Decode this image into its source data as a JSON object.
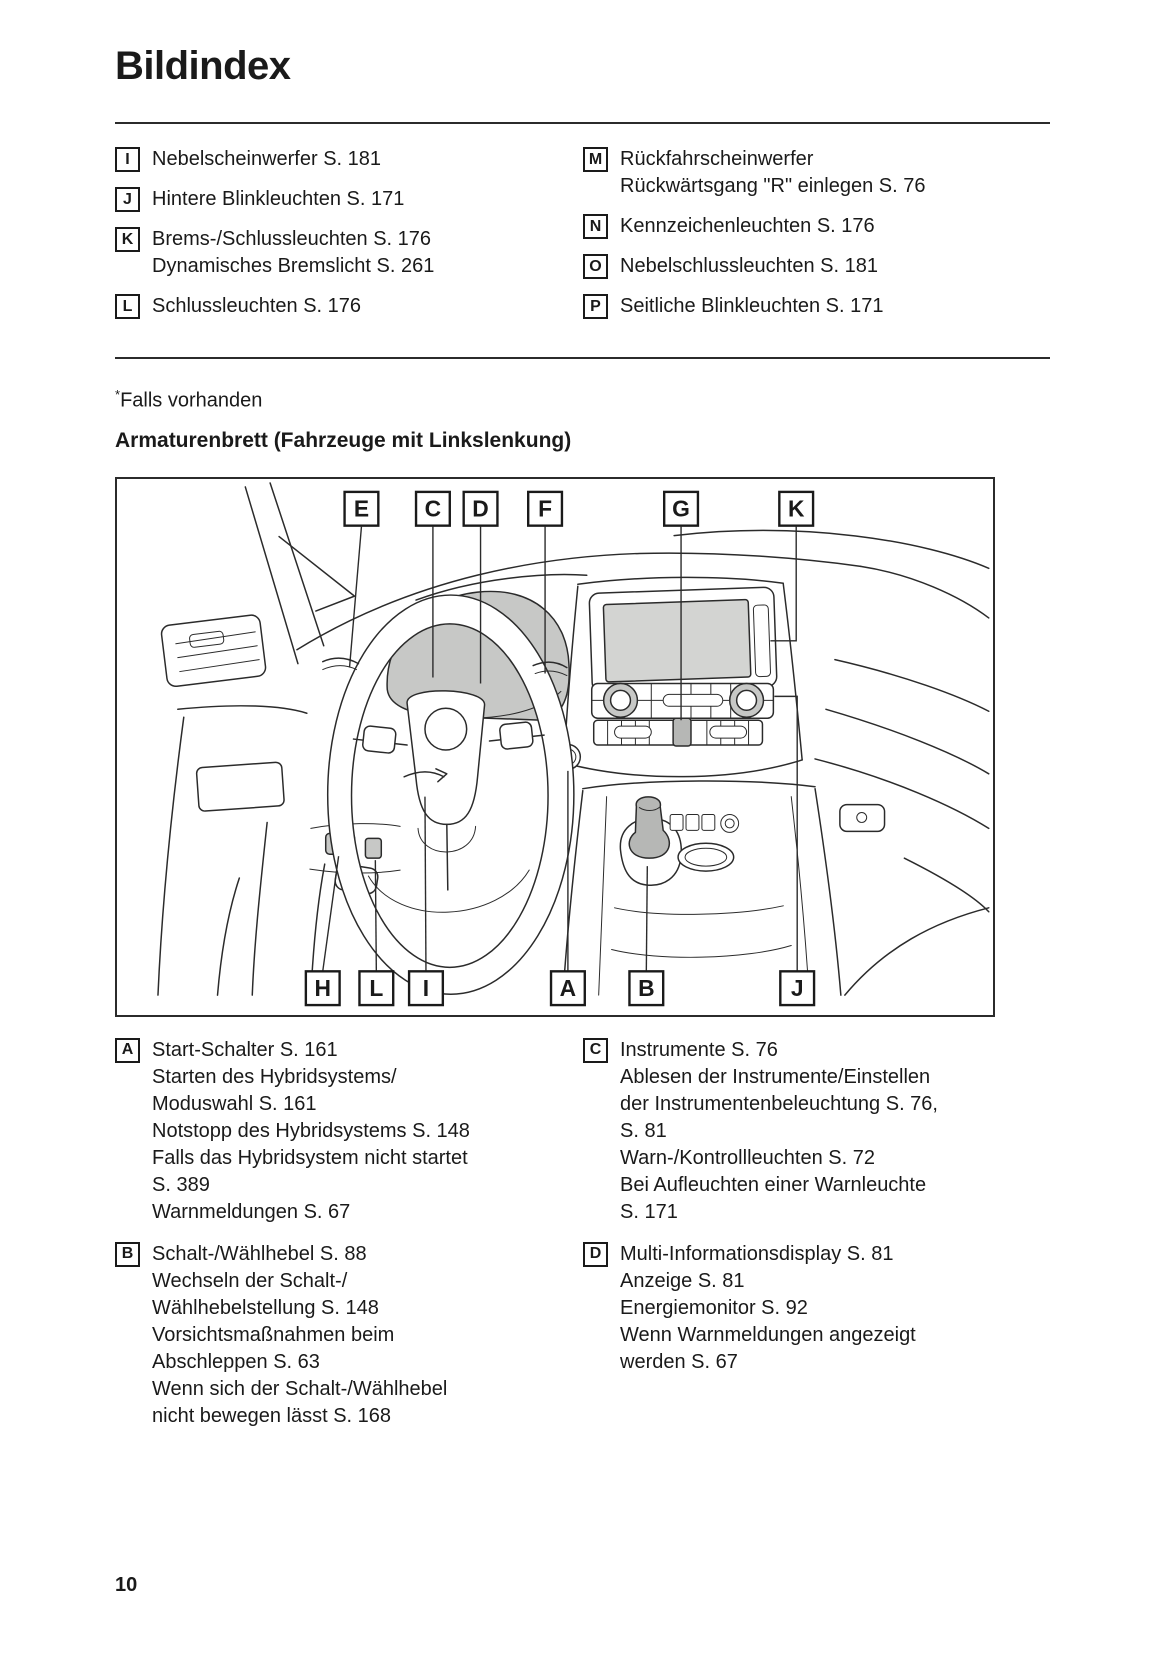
{
  "page": {
    "title": "Bildindex",
    "footnote_marker": "*",
    "footnote_text": "Falls vorhanden",
    "section_heading": "Armaturenbrett (Fahrzeuge mit Linkslenkung)",
    "page_number": "10"
  },
  "top_index": {
    "left": [
      {
        "key": "I",
        "lines": [
          "Nebelscheinwerfer S. 181"
        ]
      },
      {
        "key": "J",
        "lines": [
          "Hintere Blinkleuchten S. 171"
        ]
      },
      {
        "key": "K",
        "lines": [
          "Brems-/Schlussleuchten S. 176",
          "Dynamisches Bremslicht S. 261"
        ]
      },
      {
        "key": "L",
        "lines": [
          "Schlussleuchten S. 176"
        ]
      }
    ],
    "right": [
      {
        "key": "M",
        "lines": [
          "Rückfahrscheinwerfer",
          "Rückwärtsgang \"R\" einlegen S. 76"
        ]
      },
      {
        "key": "N",
        "lines": [
          "Kennzeichenleuchten S. 176"
        ]
      },
      {
        "key": "O",
        "lines": [
          "Nebelschlussleuchten S. 181"
        ]
      },
      {
        "key": "P",
        "lines": [
          "Seitliche Blinkleuchten S. 171"
        ]
      }
    ]
  },
  "diagram": {
    "top_labels": [
      "E",
      "C",
      "D",
      "F",
      "G",
      "K"
    ],
    "bottom_labels": [
      "H",
      "L",
      "I",
      "A",
      "B",
      "J"
    ]
  },
  "bottom_index": {
    "left": [
      {
        "key": "A",
        "lines": [
          "Start-Schalter S. 161",
          "Starten des Hybridsystems/",
          "Moduswahl S. 161",
          "Notstopp des Hybridsystems S. 148",
          "Falls das Hybridsystem nicht startet",
          "S. 389",
          "Warnmeldungen S. 67"
        ]
      },
      {
        "key": "B",
        "lines": [
          "Schalt-/Wählhebel S. 88",
          "Wechseln der Schalt-/",
          "Wählhebelstellung S. 148",
          "Vorsichtsmaßnahmen beim",
          "Abschleppen S. 63",
          "Wenn sich der Schalt-/Wählhebel",
          "nicht bewegen lässt S. 168"
        ]
      }
    ],
    "right": [
      {
        "key": "C",
        "lines": [
          "Instrumente S. 76",
          "Ablesen der Instrumente/Einstellen",
          "der Instrumentenbeleuchtung S. 76,",
          "S. 81",
          "Warn-/Kontrollleuchten S. 72",
          "Bei Aufleuchten einer Warnleuchte",
          "S. 171"
        ]
      },
      {
        "key": "D",
        "lines": [
          "Multi-Informationsdisplay S. 81",
          "Anzeige S. 81",
          "Energiemonitor S. 92",
          "Wenn Warnmeldungen angezeigt",
          "werden S. 67"
        ]
      }
    ]
  },
  "colors": {
    "text": "#1a1a1a",
    "line": "#2b2b2b",
    "shade": "#c7c8c6",
    "screen": "#d3d4d2"
  }
}
